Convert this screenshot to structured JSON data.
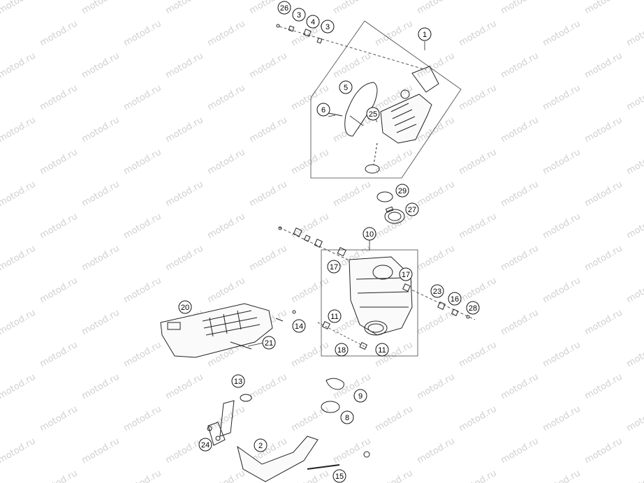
{
  "watermark": {
    "text": "motod.ru",
    "color": "#c8c8c8"
  },
  "callouts": [
    {
      "id": "c26a",
      "label": "26"
    },
    {
      "id": "c3a",
      "label": "3"
    },
    {
      "id": "c4",
      "label": "4"
    },
    {
      "id": "c3b",
      "label": "3"
    },
    {
      "id": "c1",
      "label": "1"
    },
    {
      "id": "c5",
      "label": "5"
    },
    {
      "id": "c6",
      "label": "6"
    },
    {
      "id": "c25",
      "label": "25"
    },
    {
      "id": "c29",
      "label": "29"
    },
    {
      "id": "c27",
      "label": "27"
    },
    {
      "id": "c10",
      "label": "10"
    },
    {
      "id": "c17a",
      "label": "17"
    },
    {
      "id": "c17b",
      "label": "17"
    },
    {
      "id": "c23",
      "label": "23"
    },
    {
      "id": "c16",
      "label": "16"
    },
    {
      "id": "c28",
      "label": "28"
    },
    {
      "id": "c20",
      "label": "20"
    },
    {
      "id": "c14",
      "label": "14"
    },
    {
      "id": "c11a",
      "label": "11"
    },
    {
      "id": "c21",
      "label": "21"
    },
    {
      "id": "c18",
      "label": "18"
    },
    {
      "id": "c11b",
      "label": "11"
    },
    {
      "id": "c13",
      "label": "13"
    },
    {
      "id": "c9",
      "label": "9"
    },
    {
      "id": "c8",
      "label": "8"
    },
    {
      "id": "c24",
      "label": "24"
    },
    {
      "id": "c2",
      "label": "2"
    },
    {
      "id": "c15",
      "label": "15"
    }
  ]
}
